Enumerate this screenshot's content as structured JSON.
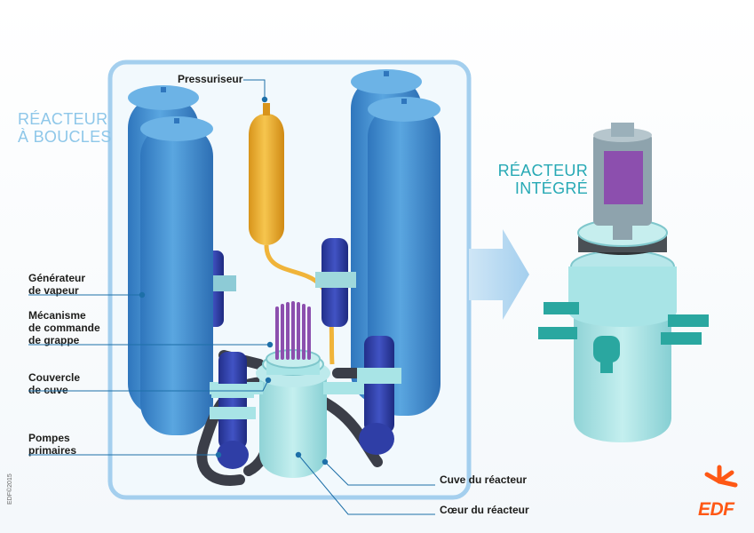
{
  "titles": {
    "loop_reactor": [
      "RÉACTEUR",
      "À BOUCLES"
    ],
    "integral_reactor": [
      "RÉACTEUR",
      "INTÉGRÉ"
    ]
  },
  "labels": {
    "pressuriseur": "Pressuriseur",
    "generateur": [
      "Générateur",
      "de vapeur"
    ],
    "mecanisme": [
      "Mécanisme",
      "de commande",
      "de grappe"
    ],
    "couvercle": [
      "Couvercle",
      "de cuve"
    ],
    "pompes": [
      "Pompes",
      "primaires"
    ],
    "cuve": "Cuve du réacteur",
    "coeur": "Cœur du réacteur"
  },
  "copyright": "EDF©2015",
  "logo": {
    "text": "EDF"
  },
  "colors": {
    "frame": "#a4cfee",
    "steam_generator": "#4d97d6",
    "pressurizer": "#f0b43a",
    "pump": "#2f3ea6",
    "vessel": "#a8e4e6",
    "rods": "#8c4fae",
    "leader": "#1d6fa8",
    "edf_orange": "#fe5815",
    "integral_title": "#27a9b5",
    "loop_title": "#8ec7e9"
  }
}
